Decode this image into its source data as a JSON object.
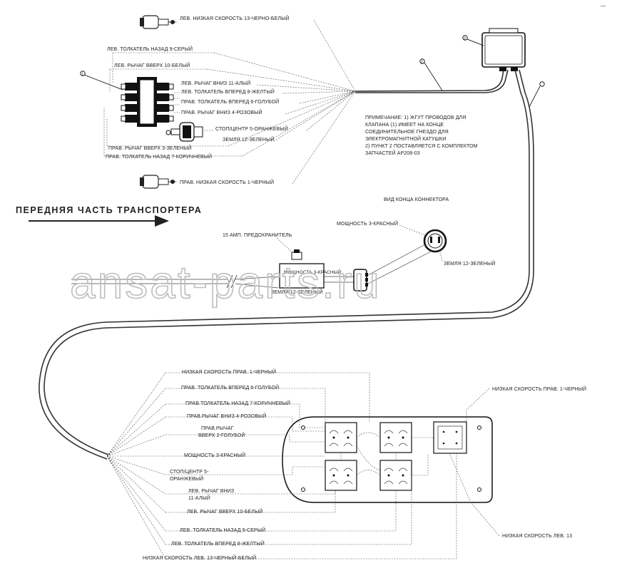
{
  "corner_mark": "—",
  "direction_label": "ПЕРЕДНЯЯ ЧАСТЬ ТРАНСПОРТЕРА",
  "watermark": "ansat-parts.ru",
  "note": {
    "lines": [
      "ПРИМЕЧАНИЕ: 1) ЖГУТ ПРОВОДОВ ДЛЯ",
      "КЛАПАНА (1) ИМЕЕТ НА КОНЦЕ",
      "СОЕДИНИТЕЛЬНОЕ ГНЕЗДО ДЛЯ",
      "ЭЛЕКТРОМАГНИТНОЙ КАТУШКИ",
      "2) ПУНКТ 2 ПОСТАВЛЯЕТСЯ С КОМПЛЕКТОМ",
      "ЗАПЧАСТЕЙ AP208-03"
    ]
  },
  "callouts": [
    "1",
    "2",
    "3"
  ],
  "valve_labels": [
    "ЛЕВ. НИЗКАЯ СКОРОСТЬ 13-ЧЕРНО-БЕЛЫЙ",
    "ЛЕВ. ТОЛКАТЕЛЬ НАЗАД 9-СЕРЫЙ",
    "ЛЕВ. РЫЧАГ ВВЕРХ 10-БЕЛЫЙ",
    "ЛЕВ. РЫЧАГ ВНИЗ 11-АЛЫЙ",
    "ЛЕВ. ТОЛКАТЕЛЬ ВПЕРЕД 8-ЖЕЛТЫЙ",
    "ПРАВ. ТОЛКАТЕЛЬ ВПЕРЕД 6-ГОЛУБОЙ",
    "ПРАВ. РЫЧАГ ВНИЗ 4-РОЗОВЫЙ",
    "СТОП/ЦЕНТР 5-ОРАНЖЕВЫЙ",
    "ЗЕМЛЯ 12-ЗЕЛЕНЫЙ",
    "ПРАВ. РЫЧАГ ВВЕРХ 3-ЗЕЛЕНЫЙ",
    "ПРАВ. ТОЛКАТЕЛЬ НАЗАД 7-КОРИЧНЕВЫЙ",
    "ПРАВ. НИЗКАЯ СКОРОСТЬ 1-ЧЕРНЫЙ"
  ],
  "connector": {
    "view_label": "ВИД КОНЦА КОННЕКТОРА",
    "power_label": "МОЩНОСТЬ 3-КРАСНЫЙ",
    "ground_label": "ЗЕМЛЯ 12-ЗЕЛЕНЫЙ"
  },
  "fuse": {
    "label": "15 АМП. ПРЕДОХРАНИТЕЛЬ",
    "power_label": "МОЩНОСТЬ 3-КРАСНЫЙ",
    "ground_label": "ЗЕМЛЯ 12-ЗЕЛЕНЫЙ"
  },
  "panel_labels_left": [
    "НИЗКАЯ СКОРОСТЬ ПРАВ. 1-ЧЕРНЫЙ",
    "ПРАВ. ТОЛКАТЕЛЬ ВПЕРЕД 6-ГОЛУБОЙ",
    "ПРАВ.ТОЛКАТЕЛЬ НАЗАД 7-КОРИЧНЕВЫЙ",
    "ПРАВ.РЫЧАГ ВНИЗ 4-РОЗОВЫЙ",
    "ПРАВ.РЫЧАГ",
    "ВВЕРХ 2-ГОЛУБОЙ",
    "МОЩНОСТЬ 3-КРАСНЫЙ",
    "СТОП/ЦЕНТР 5-",
    "ОРАНЖЕВЫЙ",
    "ЛЕВ. РЫЧАГ ВНИЗ",
    "11-АЛЫЙ",
    "ЛЕВ. РЫЧАГ ВВЕРХ 10-БЕЛЫЙ",
    "ЛЕВ. ТОЛКАТЕЛЬ НАЗАД 9-СЕРЫЙ",
    "ЛЕВ. ТОЛКАТЕЛЬ ВПЕРЕД 8-ЖЕЛТЫЙ",
    "НИЗКАЯ СКОРОСТЬ ЛЕВ. 13-ЧЕРНЫЙ-БЕЛЫЙ"
  ],
  "panel_labels_right": [
    "НИЗКАЯ СКОРОСТЬ ПРАВ. 1-ЧЕРНЫЙ",
    "НИЗКАЯ СКОРОСТЬ ЛЕВ. 13"
  ]
}
